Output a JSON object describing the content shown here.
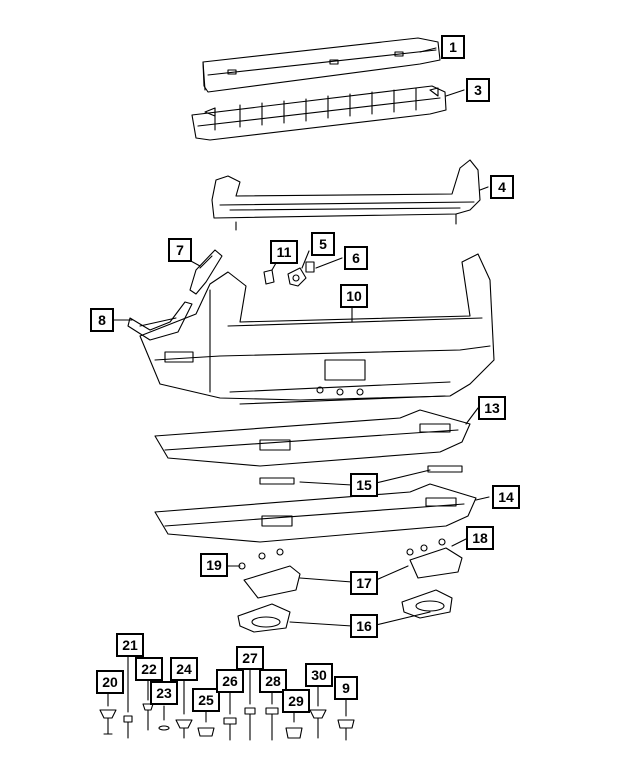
{
  "diagram": {
    "callouts": [
      {
        "id": "c1",
        "label": "1"
      },
      {
        "id": "c3",
        "label": "3"
      },
      {
        "id": "c4",
        "label": "4"
      },
      {
        "id": "c5",
        "label": "5"
      },
      {
        "id": "c6",
        "label": "6"
      },
      {
        "id": "c7",
        "label": "7"
      },
      {
        "id": "c8",
        "label": "8"
      },
      {
        "id": "c9",
        "label": "9"
      },
      {
        "id": "c10",
        "label": "10"
      },
      {
        "id": "c11",
        "label": "11"
      },
      {
        "id": "c13",
        "label": "13"
      },
      {
        "id": "c14",
        "label": "14"
      },
      {
        "id": "c15",
        "label": "15"
      },
      {
        "id": "c16",
        "label": "16"
      },
      {
        "id": "c17",
        "label": "17"
      },
      {
        "id": "c18",
        "label": "18"
      },
      {
        "id": "c19",
        "label": "19"
      },
      {
        "id": "c20",
        "label": "20"
      },
      {
        "id": "c21",
        "label": "21"
      },
      {
        "id": "c22",
        "label": "22"
      },
      {
        "id": "c23",
        "label": "23"
      },
      {
        "id": "c24",
        "label": "24"
      },
      {
        "id": "c25",
        "label": "25"
      },
      {
        "id": "c26",
        "label": "26"
      },
      {
        "id": "c27",
        "label": "27"
      },
      {
        "id": "c28",
        "label": "28"
      },
      {
        "id": "c29",
        "label": "29"
      },
      {
        "id": "c30",
        "label": "30"
      }
    ]
  }
}
